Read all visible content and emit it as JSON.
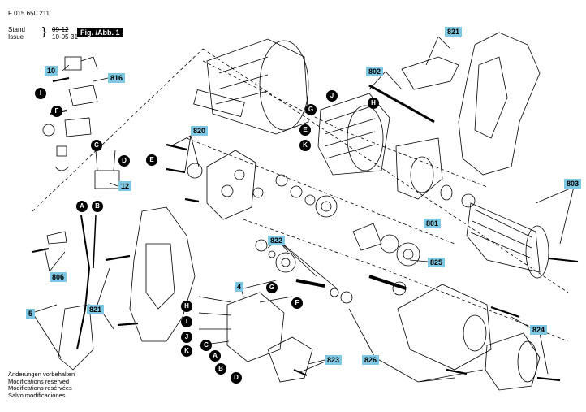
{
  "header": {
    "part_number": "F 015 650 211",
    "stand_label": "Stand",
    "stand_value": "09-12",
    "issue_label": "Issue",
    "issue_value": "10-05-31",
    "fig_label": "Fig. /Abb. 1"
  },
  "footer": [
    "Änderungen vorbehalten",
    "Modifications reserved",
    "Modifications resérvées",
    "Salvo modificaciones"
  ],
  "tags": {
    "t10": "10",
    "t816": "816",
    "t12": "12",
    "t806": "806",
    "t5": "5",
    "t821a": "821",
    "t820": "820",
    "t802": "802",
    "t821b": "821",
    "t803": "803",
    "t801": "801",
    "t822": "822",
    "t825": "825",
    "t4": "4",
    "t823": "823",
    "t826": "826",
    "t824": "824"
  },
  "markers": {
    "i1": "I",
    "f1": "F",
    "c1": "C",
    "d1": "D",
    "e1": "E",
    "a1": "A",
    "b1": "B",
    "j1": "J",
    "g1": "G",
    "h1": "H",
    "e2": "E",
    "k1": "K",
    "g2": "G",
    "f2": "F",
    "h2": "H",
    "i2": "I",
    "j2": "J",
    "k2": "K",
    "a2": "A",
    "c2": "C",
    "b2": "B",
    "d2": "D"
  },
  "colors": {
    "tag_bg": "#7ec8e3",
    "line": "#000000"
  }
}
